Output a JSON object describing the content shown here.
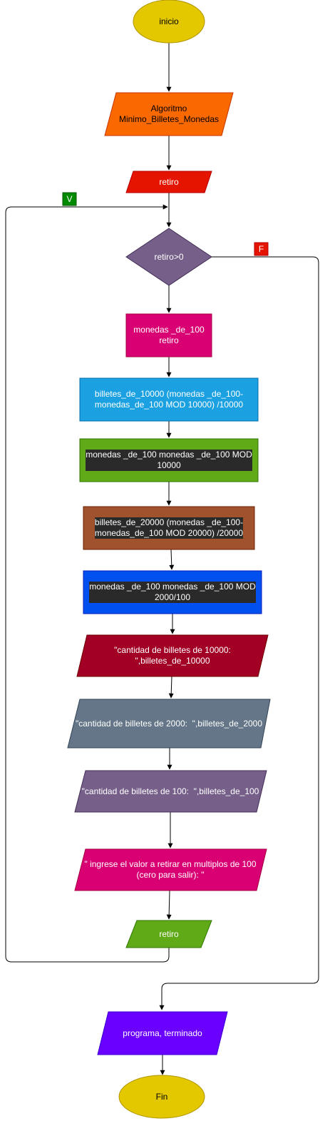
{
  "colors": {
    "start_end": "#e3c800",
    "title": "#fa6800",
    "input": "#e51400",
    "decision": "#76608a",
    "assign": "#d80073",
    "calc_blue": "#1ba1e2",
    "calc_green": "#60a917",
    "calc_brown": "#a0522d",
    "calc_royal": "#0050ef",
    "out_crimson": "#a20025",
    "out_slate": "#647687",
    "out_purple": "#76608a",
    "prompt": "#d80073",
    "read": "#60a917",
    "end_msg": "#6a00ff",
    "true_tag": "#008a00",
    "false_tag": "#e51400",
    "line": "#000000"
  },
  "nodes": {
    "start": "inicio",
    "title": "Algoritmo\nMinimo_Billetes_Monedas",
    "input_retiro": "retiro",
    "condition": "retiro>0",
    "assign_monedas": "monedas _de_100\nretiro",
    "calc_10000": "billetes_de_10000 (monedas _de_100-\nmonedas_de_100 MOD 10000) /10000",
    "mod_10000": "monedas _de_100 monedas _de_100 MOD\n10000",
    "calc_20000": "billetes_de_20000 (monedas _de_100-\nmonedas_de_100 MOD 20000) /20000",
    "mod_2000": "monedas _de_100 monedas _de_100 MOD\n2000/100",
    "out_10000": "\"cantidad de billetes de 10000:\n\",billetes_de_10000",
    "out_2000": "\"cantidad de billetes de 2000:  \",billetes_de_2000",
    "out_100": "\"cantidad de billetes de 100:  \",billetes_de_100",
    "prompt": "\" ingrese el valor a retirar en multiplos  de 100\n(cero para salir): \"",
    "read_retiro": "retiro",
    "end_message": "programa, terminado",
    "end": "Fin"
  },
  "tags": {
    "true": "V",
    "false": "F"
  }
}
